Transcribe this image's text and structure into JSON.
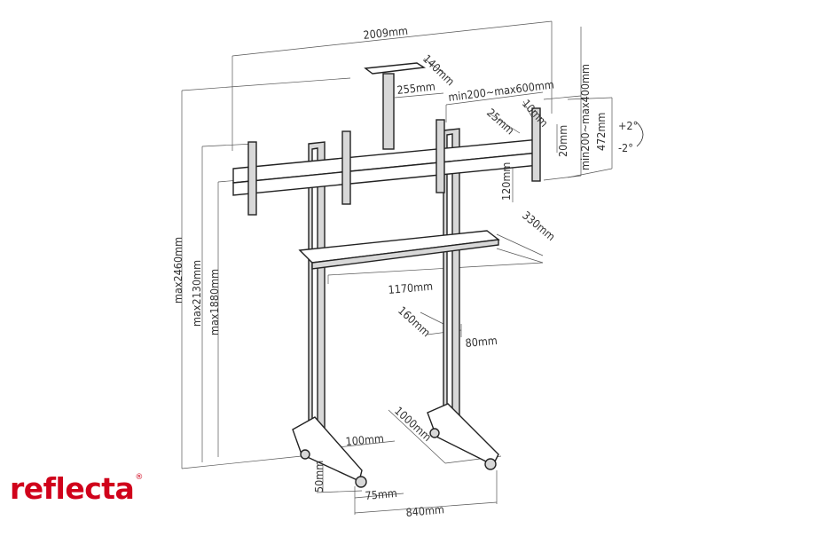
{
  "brand": {
    "name": "reflecta",
    "registered": "®",
    "color": "#d0021b"
  },
  "dimensions": {
    "total_width": "2009mm",
    "camera_shelf_depth": "140mm",
    "camera_shelf_height": "255mm",
    "vesa_horizontal": "min200~max600mm",
    "vesa_vertical": "min200~max400mm",
    "frame_height": "472mm",
    "adjust_20": "20mm",
    "adjust_10": "10mm",
    "rail_25": "25mm",
    "rail_120": "120mm",
    "tilt_plus": "+2°",
    "tilt_minus": "-2°",
    "shelf_width": "1170mm",
    "shelf_depth": "330mm",
    "column_depth": "160mm",
    "column_width": "80mm",
    "max_height_1": "max2460mm",
    "max_height_2": "max2130mm",
    "max_height_3": "max1880mm",
    "base_length": "1000mm",
    "foot_height": "100mm",
    "caster_height": "50mm",
    "foot_width": "75mm",
    "base_width": "840mm"
  }
}
